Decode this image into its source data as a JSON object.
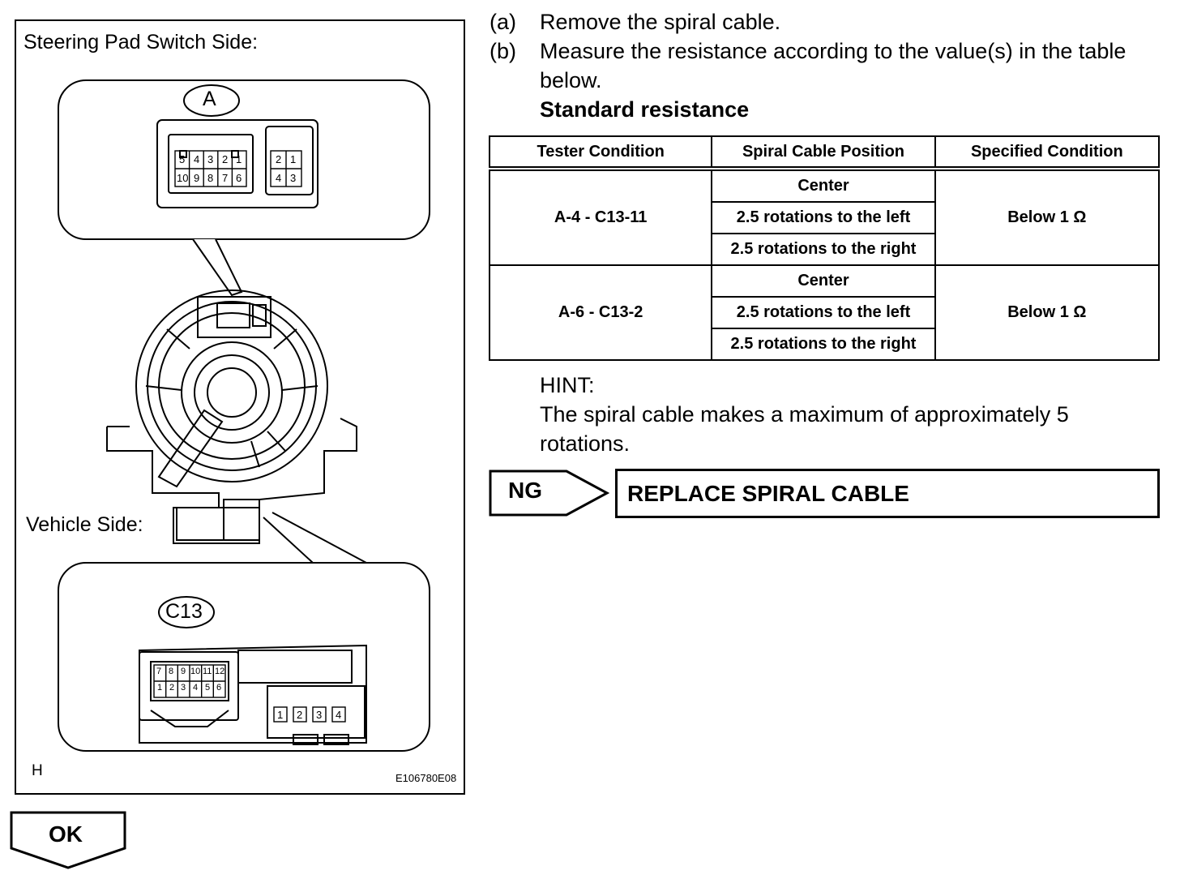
{
  "figure": {
    "top_label": "Steering Pad Switch Side:",
    "bottom_label": "Vehicle Side:",
    "connector_a": "A",
    "connector_c13": "C13",
    "pins_a_large_top": [
      "5",
      "4",
      "3",
      "2",
      "1"
    ],
    "pins_a_large_bottom": [
      "10",
      "9",
      "8",
      "7",
      "6"
    ],
    "pins_a_small_top": [
      "2",
      "1"
    ],
    "pins_a_small_bottom": [
      "4",
      "3"
    ],
    "pins_c13_top": [
      "7",
      "8",
      "9",
      "10",
      "11",
      "12"
    ],
    "pins_c13_bottom": [
      "1",
      "2",
      "3",
      "4",
      "5",
      "6"
    ],
    "pins_c13_side": [
      "1",
      "2",
      "3",
      "4"
    ],
    "corner_mark": "H",
    "figure_code": "E106780E08"
  },
  "steps": [
    {
      "letter": "(a)",
      "text": "Remove the spiral cable."
    },
    {
      "letter": "(b)",
      "text": "Measure the resistance according to the value(s) in the table below."
    }
  ],
  "standard_title": "Standard resistance",
  "table": {
    "headers": [
      "Tester Condition",
      "Spiral Cable Position",
      "Specified Condition"
    ],
    "groups": [
      {
        "tester": "A-4 - C13-11",
        "positions": [
          "Center",
          "2.5 rotations to the left",
          "2.5 rotations to the right"
        ],
        "spec": "Below 1 Ω"
      },
      {
        "tester": "A-6 - C13-2",
        "positions": [
          "Center",
          "2.5 rotations to the left",
          "2.5 rotations to the right"
        ],
        "spec": "Below 1 Ω"
      }
    ]
  },
  "hint": {
    "label": "HINT:",
    "text": "The spiral cable makes a maximum of approximately 5 rotations."
  },
  "ng": {
    "label": "NG",
    "action": "REPLACE SPIRAL CABLE"
  },
  "ok": {
    "label": "OK"
  }
}
